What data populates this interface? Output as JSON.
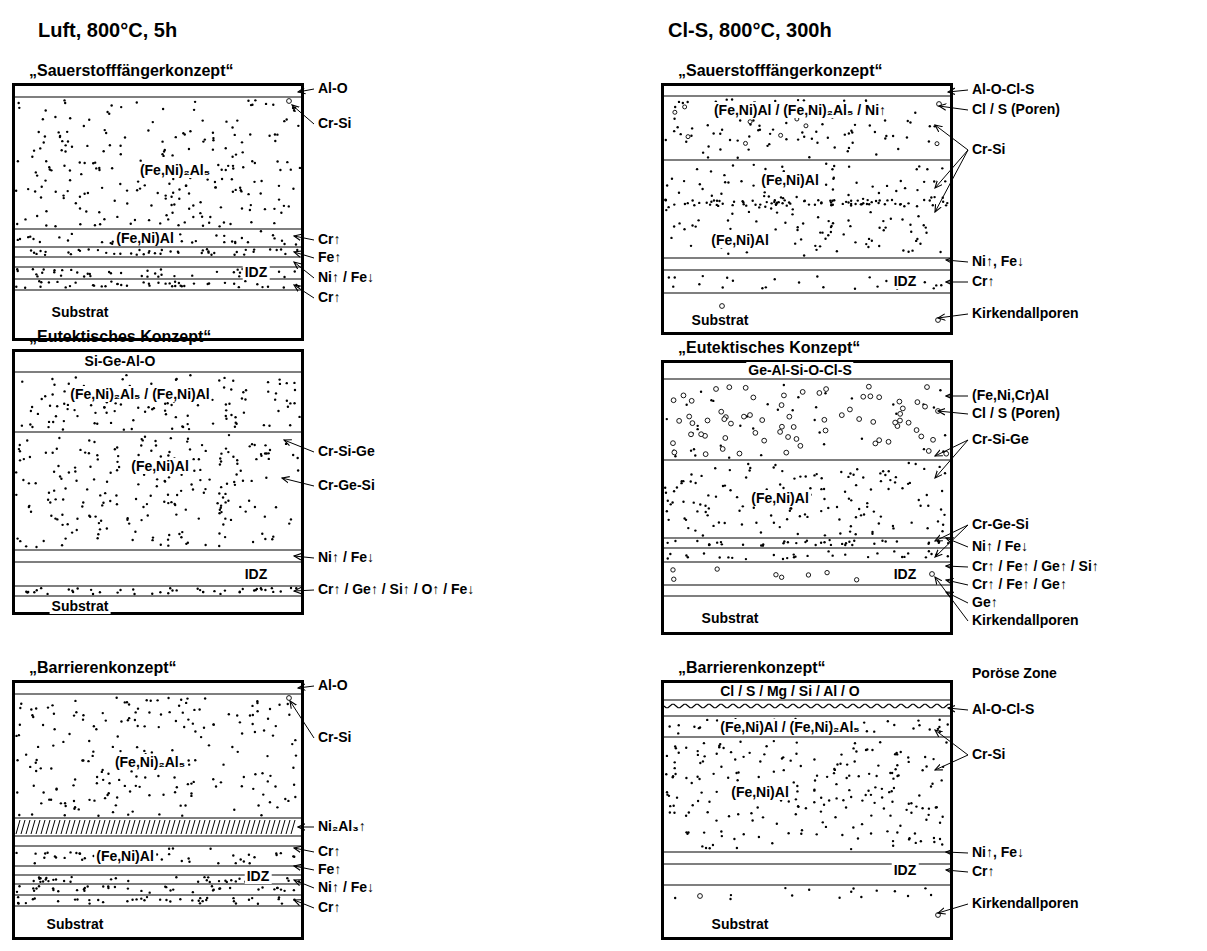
{
  "diagram": {
    "nodes": [
      {
        "text": [
          "„Sauerstofffängerkonzept“",
          "(Fe,Ni)₂Al₅",
          "(Fe,Ni)Al",
          "IDZ",
          "Substrat"
        ]
      },
      {
        "text": [
          "„Eutektisches Konzept“",
          "Si-Ge-Al-O",
          "(Fe,Ni)₂Al₅ / (Fe,Ni)Al",
          "(Fe,Ni)Al",
          "IDZ",
          "Substrat"
        ]
      },
      {
        "text": [
          "„Barrierenkonzept“",
          "(Fe,Ni)₂Al₅",
          "(Fe,Ni)Al",
          "IDZ",
          "Substrat"
        ]
      },
      {
        "text": [
          "„Sauerstofffängerkonzept“",
          "(Fe,Ni)Al / (Fe,Ni)₂Al₅ / Ni↑",
          "(Fe,Ni)Al",
          "(Fe,Ni)Al",
          "IDZ",
          "Substrat"
        ]
      },
      {
        "text": [
          "„Eutektisches Konzept“",
          "Ge-Al-Si-O-Cl-S",
          "(Fe,Ni)Al",
          "IDZ",
          "Substrat"
        ]
      },
      {
        "text": [
          "„Barrierenkonzept“",
          "Cl / S / Mg / Si / Al / O",
          "(Fe,Ni)Al / (Fe,Ni)₂Al₅",
          "(Fe,Ni)Al",
          "IDZ",
          "Substrat"
        ]
      }
    ],
    "labels": [
      "Luft, 800°C, 5h",
      "Cl-S, 800°C, 300h",
      "Al-O",
      "Cr-Si",
      "Cr↑",
      "Fe↑",
      "Ni↑ / Fe↓",
      "Cr↑",
      "Cr-Si-Ge",
      "Cr-Ge-Si",
      "Ni↑ / Fe↓",
      "Cr↑ / Ge↑ / Si↑ / O↑ / Fe↓",
      "Al-O",
      "Cr-Si",
      "Ni₂Al₃↑",
      "Cr↑",
      "Fe↑",
      "Ni↑ / Fe↓",
      "Cr↑",
      "Al-O-Cl-S",
      "Cl / S (Poren)",
      "Cr-Si",
      "Ni↑, Fe↓",
      "Cr↑",
      "Kirkendallporen",
      "(Fe,Ni,Cr)Al",
      "Cl / S (Poren)",
      "Cr-Si-Ge",
      "Cr-Ge-Si",
      "Ni↑ / Fe↓",
      "Cr↑ / Fe↑ / Ge↑ / Si↑",
      "Cr↑ / Fe↑ / Ge↑",
      "Ge↑",
      "Kirkendallporen",
      "Poröse Zone",
      "Al-O-Cl-S",
      "Cr-Si",
      "Ni↑, Fe↓",
      "Cr↑",
      "Kirkendallporen"
    ]
  }
}
